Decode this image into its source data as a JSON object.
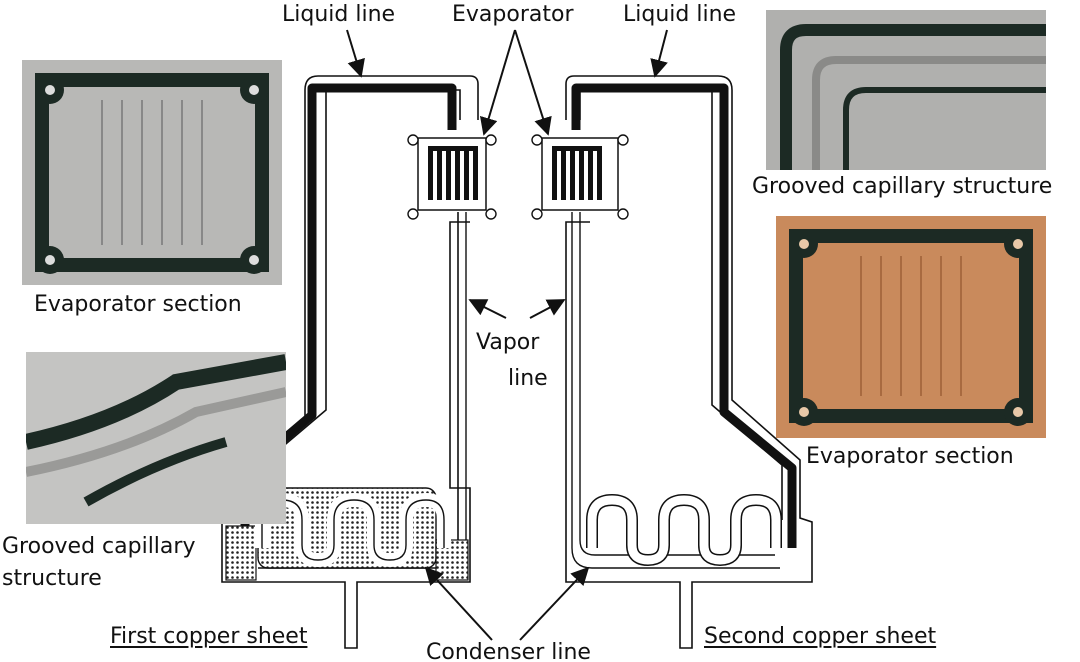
{
  "labels": {
    "liquid_line_left": "Liquid line",
    "evaporator_top": "Evaporator",
    "liquid_line_right": "Liquid line",
    "vapor_line_1": "Vapor",
    "vapor_line_2": "line",
    "condenser_line": "Condenser line",
    "first_sheet": "First copper sheet",
    "second_sheet": "Second copper sheet"
  },
  "photos": [
    {
      "id": "evaporator-photo-left",
      "caption": "Evaporator section",
      "tone": "silver"
    },
    {
      "id": "grooved-photo-left",
      "caption_line1": "Grooved capillary",
      "caption_line2": "structure",
      "tone": "silver"
    },
    {
      "id": "grooved-photo-right",
      "caption": "Grooved capillary structure",
      "tone": "silver"
    },
    {
      "id": "evaporator-photo-right",
      "caption": "Evaporator section",
      "tone": "copper"
    }
  ],
  "colors": {
    "line": "#111111",
    "silver": "#b8b8b6",
    "copper": "#c98a5c",
    "dark_channel": "#1c2a24"
  }
}
